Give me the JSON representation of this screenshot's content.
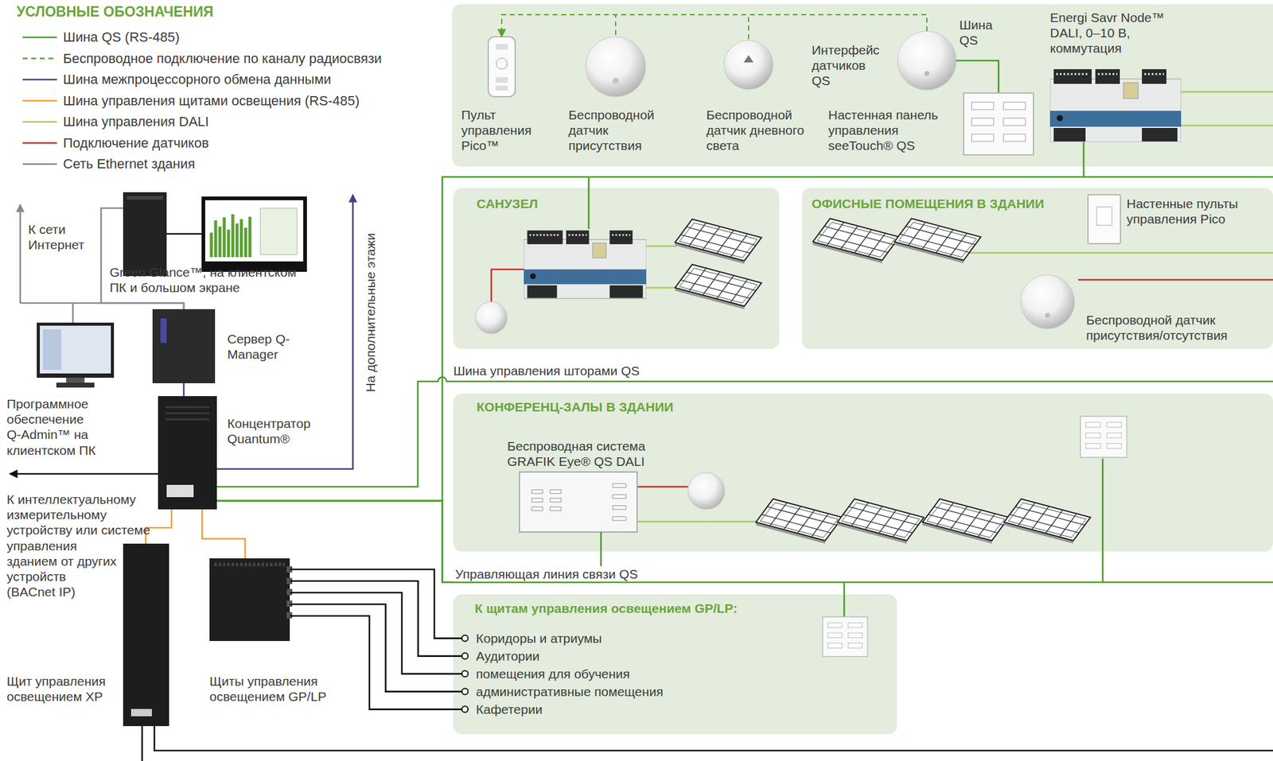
{
  "diagram": {
    "nodes": [
      {
        "text": [
          "Пульт управления Pico™"
        ]
      },
      {
        "text": [
          "Беспроводной датчик присутствия"
        ]
      },
      {
        "text": [
          "Беспроводной датчик дневного света"
        ]
      },
      {
        "text": [
          "Интерфейс датчиков QS"
        ]
      },
      {
        "text": [
          "Настенная панель управления seeTouch® QS"
        ]
      },
      {
        "text": [
          "Energi Savr Node™ DALI, 0–10 В, коммутация"
        ]
      },
      {
        "text": [
          "САНУЗЕЛ"
        ]
      },
      {
        "text": [
          "ОФИСНЫЕ ПОМЕЩЕНИЯ В ЗДАНИИ"
        ]
      },
      {
        "text": [
          "Настенные пульты управления Pico"
        ],
        "in": 7
      },
      {
        "text": [
          "Беспроводной датчик присутствия/отсутствия"
        ],
        "in": 7
      },
      {
        "text": [
          "КОНФЕРЕНЦ-ЗАЛЫ В ЗДАНИИ"
        ]
      },
      {
        "text": [
          "Беспроводная система GRAFIK Eye® QS DALI"
        ],
        "in": 10
      },
      {
        "text": [
          "К щитам управления освещением GP/LP:",
          "Коридоры и атриумы",
          "Аудитории",
          "помещения для обучения",
          "административные помещения",
          "Кафетерии"
        ]
      },
      {
        "text": [
          "Green Glance™, на клиентском ПК и большом экране"
        ]
      },
      {
        "text": [
          "Программное обеспечение Q-Admin™ на клиентском ПК"
        ]
      },
      {
        "text": [
          "Сервер Q-Manager"
        ]
      },
      {
        "text": [
          "Концентратор Quantum®"
        ]
      },
      {
        "text": [
          "Щит управления освещением XP"
        ]
      },
      {
        "text": [
          "Щиты управления освещением GP/LP"
        ]
      }
    ],
    "edges": [
      {
        "from": 3,
        "to": 0,
        "arrow": "to"
      },
      {
        "from": 3,
        "to": 1,
        "arrow": "none"
      },
      {
        "from": 3,
        "to": 2,
        "arrow": "none"
      },
      {
        "from": 3,
        "to": 4,
        "arrow": "none"
      },
      {
        "from": 16,
        "to": 5,
        "arrow": "none"
      },
      {
        "from": 16,
        "to": 11,
        "arrow": "none"
      },
      {
        "from": 16,
        "to": 12,
        "arrow": "none"
      },
      {
        "from": 13,
        "to": 15,
        "arrow": "none"
      },
      {
        "from": 14,
        "to": 15,
        "arrow": "none"
      },
      {
        "from": 15,
        "to": 16,
        "arrow": "none"
      },
      {
        "from": 16,
        "to": 17,
        "arrow": "none"
      },
      {
        "from": 16,
        "to": 18,
        "arrow": "none"
      },
      {
        "from": 18,
        "to": 12,
        "arrow": "none"
      },
      {
        "from": 18,
        "to": 12,
        "arrow": "none"
      },
      {
        "from": 18,
        "to": 12,
        "arrow": "none"
      },
      {
        "from": 18,
        "to": 12,
        "arrow": "none"
      },
      {
        "from": 18,
        "to": 12,
        "arrow": "none"
      }
    ],
    "labels": [
      "УСЛОВНЫЕ ОБОЗНАЧЕНИЯ",
      "Шина QS",
      "К сети Интернет",
      "На дополнительные этажи",
      "К интеллектуальному измерительному устройству или системе управления зданием от других устройств (BACnet IP)",
      "Шина управления шторами QS",
      "Управляющая линия связи QS"
    ],
    "legend": [
      {
        "text": "Шина QS (RS-485)"
      },
      {
        "text": "Беспроводное подключение по каналу радиосвязи"
      },
      {
        "text": "Шина межпроцессорного обмена данными"
      },
      {
        "text": "Шина управления щитами освещения (RS-485)"
      },
      {
        "text": "Шина управления DALI"
      },
      {
        "text": "Подключение датчиков"
      },
      {
        "text": "Сеть Ethernet здания"
      }
    ]
  }
}
